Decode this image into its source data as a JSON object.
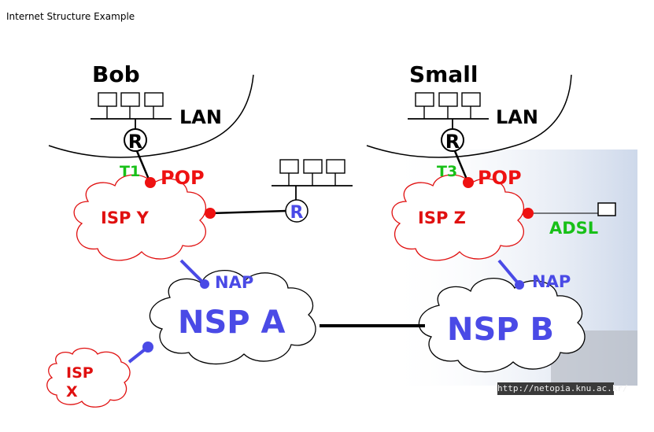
{
  "page": {
    "title": "Internet Structure Example"
  },
  "colors": {
    "isp": "#e01010",
    "nsp": "#4a4ae6",
    "link_label": "#18c018",
    "pop": "#ee1111",
    "nap": "#4a4ae6"
  },
  "left_site": {
    "name": "Bob",
    "lan": "LAN",
    "router": "R",
    "link": "T1",
    "pop": "POP"
  },
  "right_site": {
    "name": "Small",
    "lan": "LAN",
    "router": "R",
    "link": "T3",
    "pop": "POP",
    "adsl": "ADSL"
  },
  "middle_router": {
    "label": "R"
  },
  "clouds": {
    "isp_y": "ISP Y",
    "isp_z": "ISP Z",
    "isp_x_line1": "ISP",
    "isp_x_line2": "X",
    "nsp_a": "NSP A",
    "nsp_b": "NSP B"
  },
  "nap_labels": {
    "left": "NAP",
    "right": "NAP"
  },
  "watermark_url": "http://netopia.knu.ac.kr/"
}
